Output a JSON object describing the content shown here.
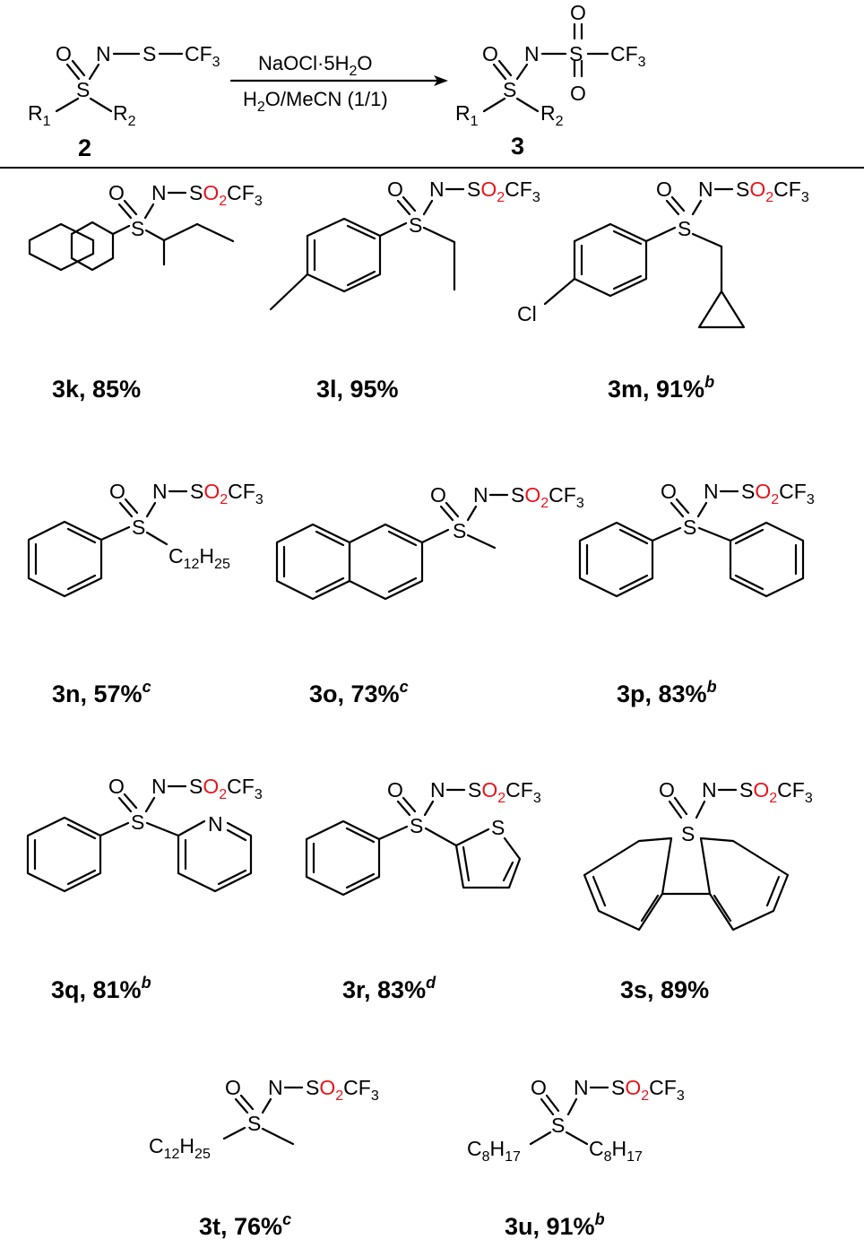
{
  "scheme": {
    "reactant": {
      "label": "2",
      "o": "O",
      "n": "N",
      "s": "S",
      "s2": "S",
      "cf3": "CF",
      "three": "3",
      "r1": "R",
      "r1_sub": "1",
      "r2": "R",
      "r2_sub": "2"
    },
    "product": {
      "label": "3",
      "o": "O",
      "n": "N",
      "s": "S",
      "s2": "S",
      "o_top": "O",
      "o_bottom": "O",
      "cf3": "CF",
      "three": "3",
      "r1": "R",
      "r1_sub": "1",
      "r2": "R",
      "r2_sub": "2"
    },
    "conditions": {
      "reagent_pre": "NaOCl·5H",
      "reagent_sub": "2",
      "reagent_post": "O",
      "solvent_pre": "H",
      "solvent_sub": "2",
      "solvent_post": "O/MeCN (1/1)"
    }
  },
  "group": {
    "o": "O",
    "n": "N",
    "s": "S",
    "so": "SO",
    "so_o": "O",
    "two": "2",
    "cf": "CF",
    "three": "3",
    "cl": "Cl",
    "ring_n": "N",
    "ring_s": "S"
  },
  "alkyl": {
    "c12": "C",
    "c12_sub": "12",
    "h25": "H",
    "h25_sub": "25",
    "c8": "C",
    "c8_sub": "8",
    "h17": "H",
    "h17_sub": "17"
  },
  "compounds": [
    {
      "id": "3k",
      "text": "3k, 85%",
      "note": ""
    },
    {
      "id": "3l",
      "text": "3l, 95%",
      "note": ""
    },
    {
      "id": "3m",
      "text": "3m, 91%",
      "note": "b"
    },
    {
      "id": "3n",
      "text": "3n, 57%",
      "note": "c"
    },
    {
      "id": "3o",
      "text": "3o, 73%",
      "note": "c"
    },
    {
      "id": "3p",
      "text": "3p, 83%",
      "note": "b"
    },
    {
      "id": "3q",
      "text": "3q, 81%",
      "note": "b"
    },
    {
      "id": "3r",
      "text": "3r, 83%",
      "note": "d"
    },
    {
      "id": "3s",
      "text": "3s, 89%",
      "note": ""
    },
    {
      "id": "3t",
      "text": "3t, 76%",
      "note": "c"
    },
    {
      "id": "3u",
      "text": "3u, 91%",
      "note": "b"
    }
  ]
}
